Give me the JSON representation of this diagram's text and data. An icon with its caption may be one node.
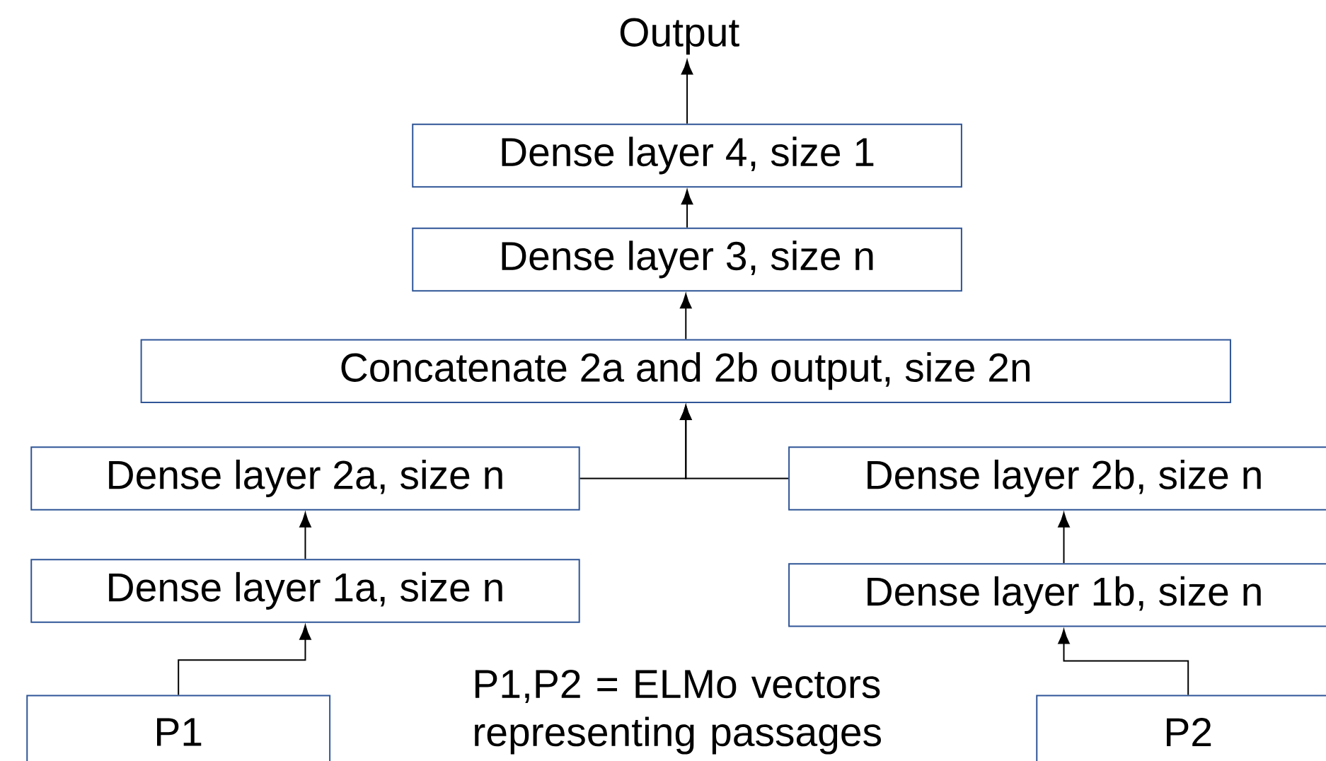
{
  "diagram": {
    "nodes": [
      {
        "text": [
          "Output"
        ]
      },
      {
        "text": [
          "Dense layer 4, size 1"
        ]
      },
      {
        "text": [
          "Dense layer 3, size n"
        ]
      },
      {
        "text": [
          "Concatenate 2a and 2b output, size 2n"
        ]
      },
      {
        "text": [
          "Dense layer 2a, size n"
        ]
      },
      {
        "text": [
          "Dense layer 2b, size n"
        ]
      },
      {
        "text": [
          "Dense layer 1a, size n"
        ]
      },
      {
        "text": [
          "Dense layer 1b, size n"
        ]
      },
      {
        "text": [
          "P1"
        ]
      },
      {
        "text": [
          "P2"
        ]
      }
    ],
    "edges": [
      {
        "from": 1,
        "to": 0,
        "arrow": "to"
      },
      {
        "from": 2,
        "to": 1,
        "arrow": "to"
      },
      {
        "from": 3,
        "to": 2,
        "arrow": "to"
      },
      {
        "from": 4,
        "to": 3,
        "arrow": "to"
      },
      {
        "from": 5,
        "to": 3,
        "arrow": "to"
      },
      {
        "from": 6,
        "to": 4,
        "arrow": "to"
      },
      {
        "from": 7,
        "to": 5,
        "arrow": "to"
      },
      {
        "from": 8,
        "to": 6,
        "arrow": "to"
      },
      {
        "from": 9,
        "to": 7,
        "arrow": "to"
      }
    ],
    "labels": [
      "P1,P2 = ELMo vectors representing passages"
    ]
  }
}
